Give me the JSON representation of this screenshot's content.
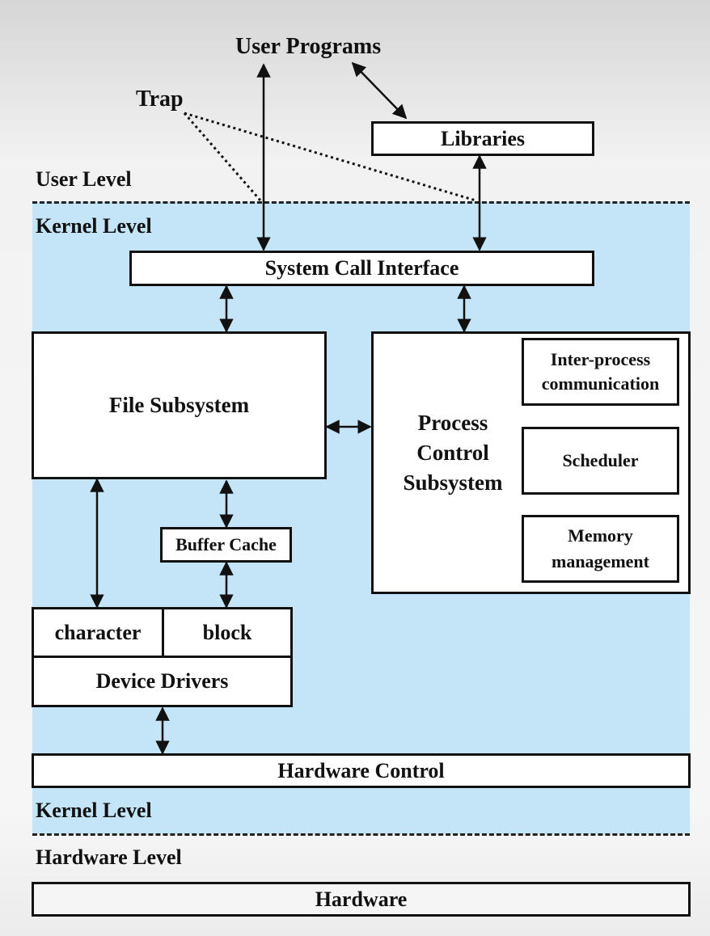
{
  "labels": {
    "user_programs": "User Programs",
    "trap": "Trap",
    "user_level": "User Level",
    "kernel_level_top": "Kernel Level",
    "kernel_level_bottom": "Kernel Level",
    "hardware_level": "Hardware Level"
  },
  "boxes": {
    "libraries": "Libraries",
    "system_call_interface": "System Call Interface",
    "file_subsystem": "File Subsystem",
    "process_control_subsystem": "Process\nControl\nSubsystem",
    "inter_process_communication": "Inter-process\ncommunication",
    "scheduler": "Scheduler",
    "memory_management": "Memory\nmanagement",
    "buffer_cache": "Buffer Cache",
    "character": "character",
    "block": "block",
    "device_drivers": "Device Drivers",
    "hardware_control": "Hardware Control",
    "hardware": "Hardware"
  },
  "colors": {
    "kernel_background": "#c4e5f7",
    "box_fill": "#ffffff",
    "line": "#111111"
  }
}
